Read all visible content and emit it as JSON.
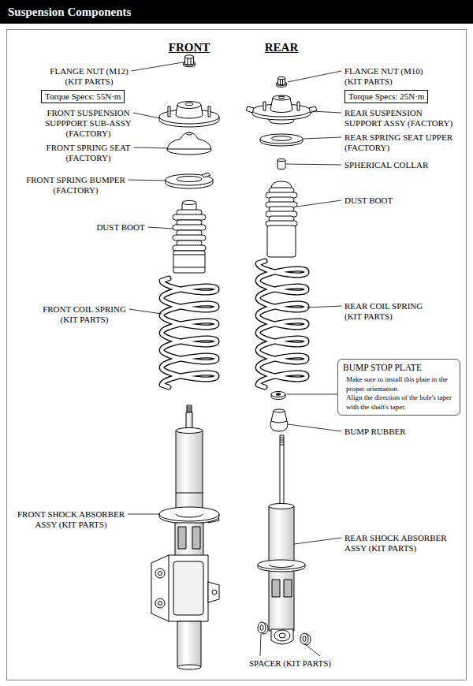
{
  "diagram": {
    "title": "Suspension Components",
    "nodes": [
      {
        "text": [
          "Torque Specs: 55N·m"
        ]
      },
      {
        "text": [
          "Torque Specs: 25N·m"
        ]
      },
      {
        "text": [
          "BUMP STOP PLATE",
          "Make sure to install this plate in the proper orientation.",
          "Align the direction of the hole's taper with the shaft's taper."
        ]
      }
    ],
    "labels": [
      "FRONT",
      "REAR",
      "FLANGE NUT (M12) (KIT PARTS)",
      "FLANGE NUT (M10) (KIT PARTS)",
      "FRONT SUSPENSION SUPPPORT SUB-ASSY (FACTORY)",
      "REAR SUSPENSION SUPPORT ASSY (FACTORY)",
      "FRONT SPRING SEAT (FACTORY)",
      "REAR SPRING SEAT UPPER (FACTORY)",
      "SPHERICAL COLLAR",
      "FRONT SPRING BUMPER (FACTORY)",
      "DUST BOOT",
      "DUST BOOT",
      "FRONT COIL SPRING (KIT PARTS)",
      "REAR COIL SPRING (KIT PARTS)",
      "BUMP RUBBER",
      "FRONT SHOCK ABSORBER ASSY (KIT PARTS)",
      "REAR SHOCK ABSORBER ASSY (KIT PARTS)",
      "SPACER (KIT PARTS)"
    ]
  }
}
